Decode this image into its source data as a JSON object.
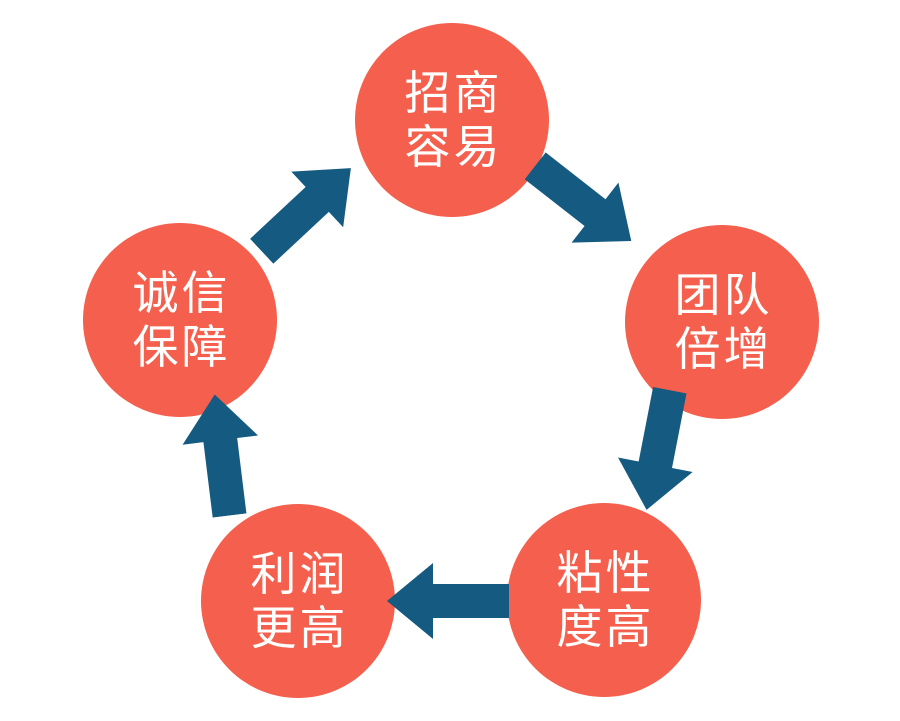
{
  "diagram": {
    "type": "cycle",
    "background_color": "#ffffff",
    "node_color": "#f4604d",
    "node_text_color": "#ffffff",
    "arrow_color": "#155a80",
    "nodes": [
      {
        "position": "top",
        "lines": [
          "招商",
          "容易"
        ],
        "label": "招商容易"
      },
      {
        "position": "right",
        "lines": [
          "团队",
          "倍增"
        ],
        "label": "团队倍增"
      },
      {
        "position": "bottom-right",
        "lines": [
          "粘性",
          "度高"
        ],
        "label": "粘性度高"
      },
      {
        "position": "bottom-left",
        "lines": [
          "利润",
          "更高"
        ],
        "label": "利润更高"
      },
      {
        "position": "left",
        "lines": [
          "诚信",
          "保障"
        ],
        "label": "诚信保障"
      }
    ],
    "flow": [
      {
        "from": "招商容易",
        "to": "团队倍增"
      },
      {
        "from": "团队倍增",
        "to": "粘性度高"
      },
      {
        "from": "粘性度高",
        "to": "利润更高"
      },
      {
        "from": "利润更高",
        "to": "诚信保障"
      },
      {
        "from": "诚信保障",
        "to": "招商容易"
      }
    ]
  }
}
